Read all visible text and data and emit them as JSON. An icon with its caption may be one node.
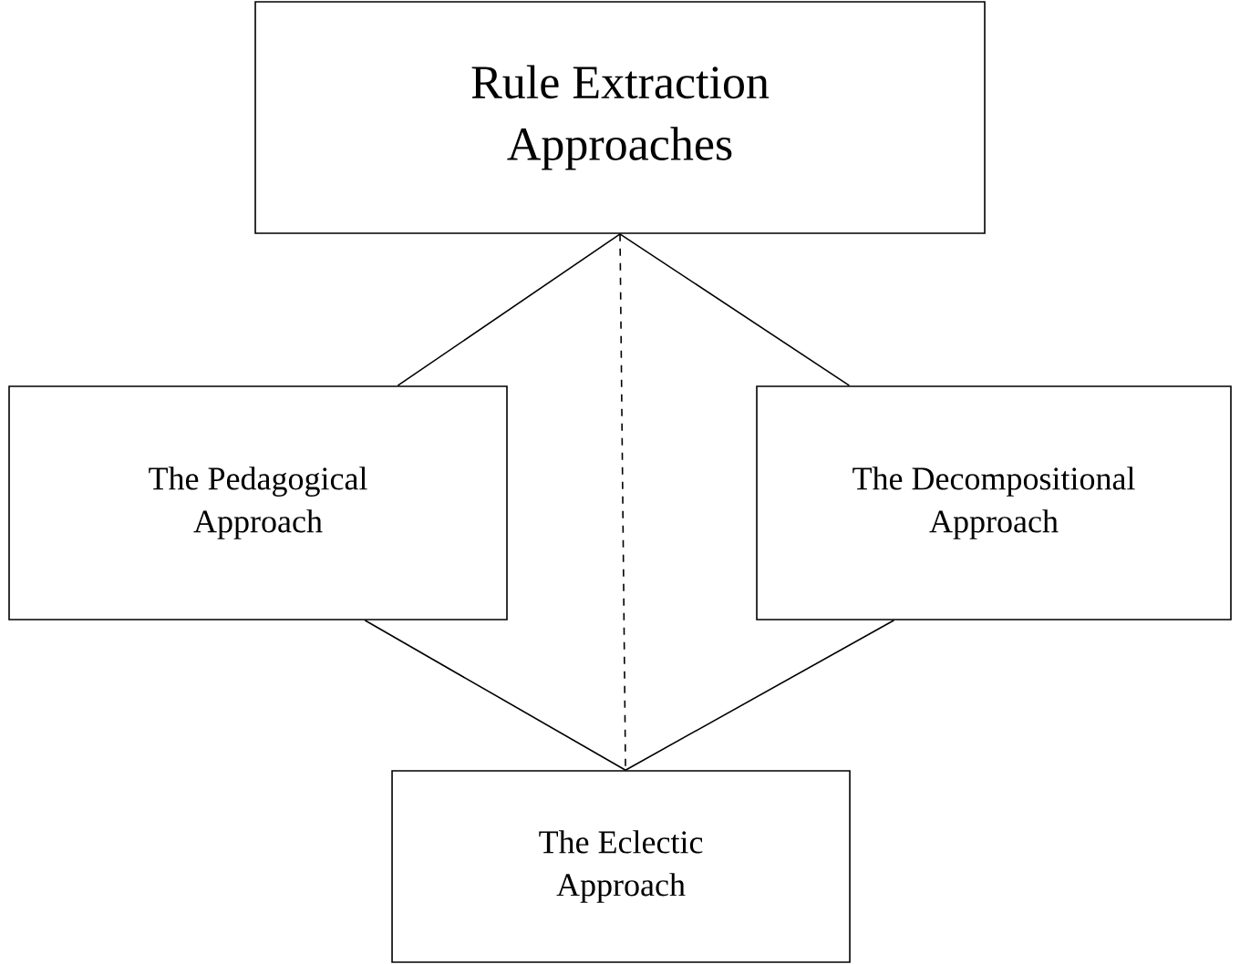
{
  "diagram": {
    "nodes": [
      {
        "text": [
          "Rule Extraction Approaches"
        ]
      },
      {
        "text": [
          "The Pedagogical Approach"
        ]
      },
      {
        "text": [
          "The Decompositional Approach"
        ]
      },
      {
        "text": [
          "The Eclectic Approach"
        ]
      }
    ],
    "edges": [
      {
        "from": 0,
        "to": 1,
        "arrow": "none"
      },
      {
        "from": 0,
        "to": 2,
        "arrow": "none"
      },
      {
        "from": 1,
        "to": 3,
        "arrow": "none"
      },
      {
        "from": 2,
        "to": 3,
        "arrow": "none"
      },
      {
        "from": 0,
        "to": 3,
        "arrow": "none",
        "style": "dashed"
      }
    ]
  }
}
